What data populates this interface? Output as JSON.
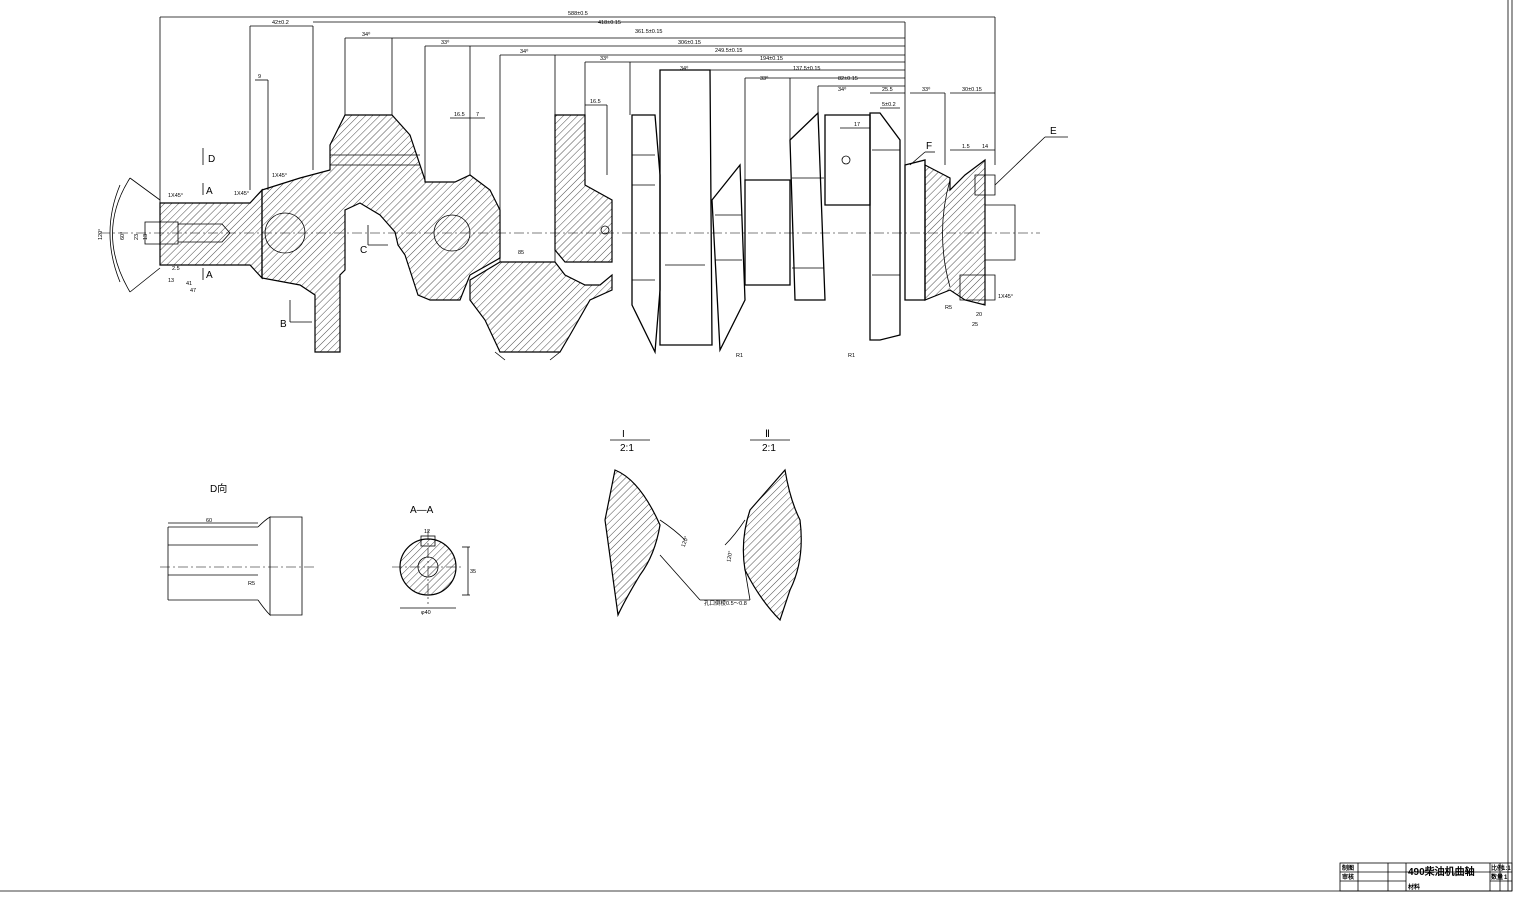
{
  "dims_top": {
    "d_overall": "588±0.5",
    "d1": "42±0.2",
    "d2": "418±0.15",
    "d3": "361.5±0.15",
    "d4": "306±0.15",
    "d5": "249.5±0.15",
    "d6": "194±0.15",
    "d7": "137.5±0.15",
    "d8": "82±0.15",
    "d9": "25.5",
    "d10": "30±0.15",
    "w1": "34⁰",
    "w2": "33⁰",
    "w3": "34⁰",
    "w4": "33⁰",
    "w5": "34⁰",
    "w6": "33⁰",
    "w7": "34⁰",
    "w8": "33⁰",
    "s9": "9",
    "s165a": "16.5",
    "s7": "7",
    "s165b": "16.5",
    "s17": "17",
    "s5": "5±0.2",
    "s15": "1.5",
    "s14": "14",
    "s85": "85",
    "s20": "20",
    "s25": "25",
    "s47": "47",
    "s41": "41",
    "s13": "13",
    "s25b": "2.5",
    "r1a": "R1",
    "r1b": "R1",
    "r5": "R5",
    "c1": "1X45°",
    "c2": "1X45°",
    "c3": "1X45°",
    "c4": "1X45°",
    "ang120": "120°",
    "ang60": "60°",
    "d23": "23",
    "d13": "13"
  },
  "labels": {
    "d": "D",
    "a1": "A",
    "a2": "A",
    "b": "B",
    "c": "C",
    "e": "E",
    "f": "F"
  },
  "views": {
    "d_view": "D向",
    "aa_view": "A—A",
    "aa_w": "12",
    "aa_d": "φ40",
    "aa_h": "35",
    "d_len": "60",
    "d_r": "R5",
    "detail1": "I",
    "detail1_scale": "2:1",
    "detail2": "Ⅱ",
    "detail2_scale": "2:1",
    "detail_ang1": "120°",
    "detail_ang2": "120°",
    "detail_note": "孔口倒棱0.5～0.8"
  },
  "title_block": {
    "row1_label": "制图",
    "row2_label": "审核",
    "row3_label": "材料",
    "title": "490柴油机曲轴",
    "scale_label": "比例",
    "scale_value": "1:1",
    "qty_label": "数量",
    "qty_value": "1"
  }
}
